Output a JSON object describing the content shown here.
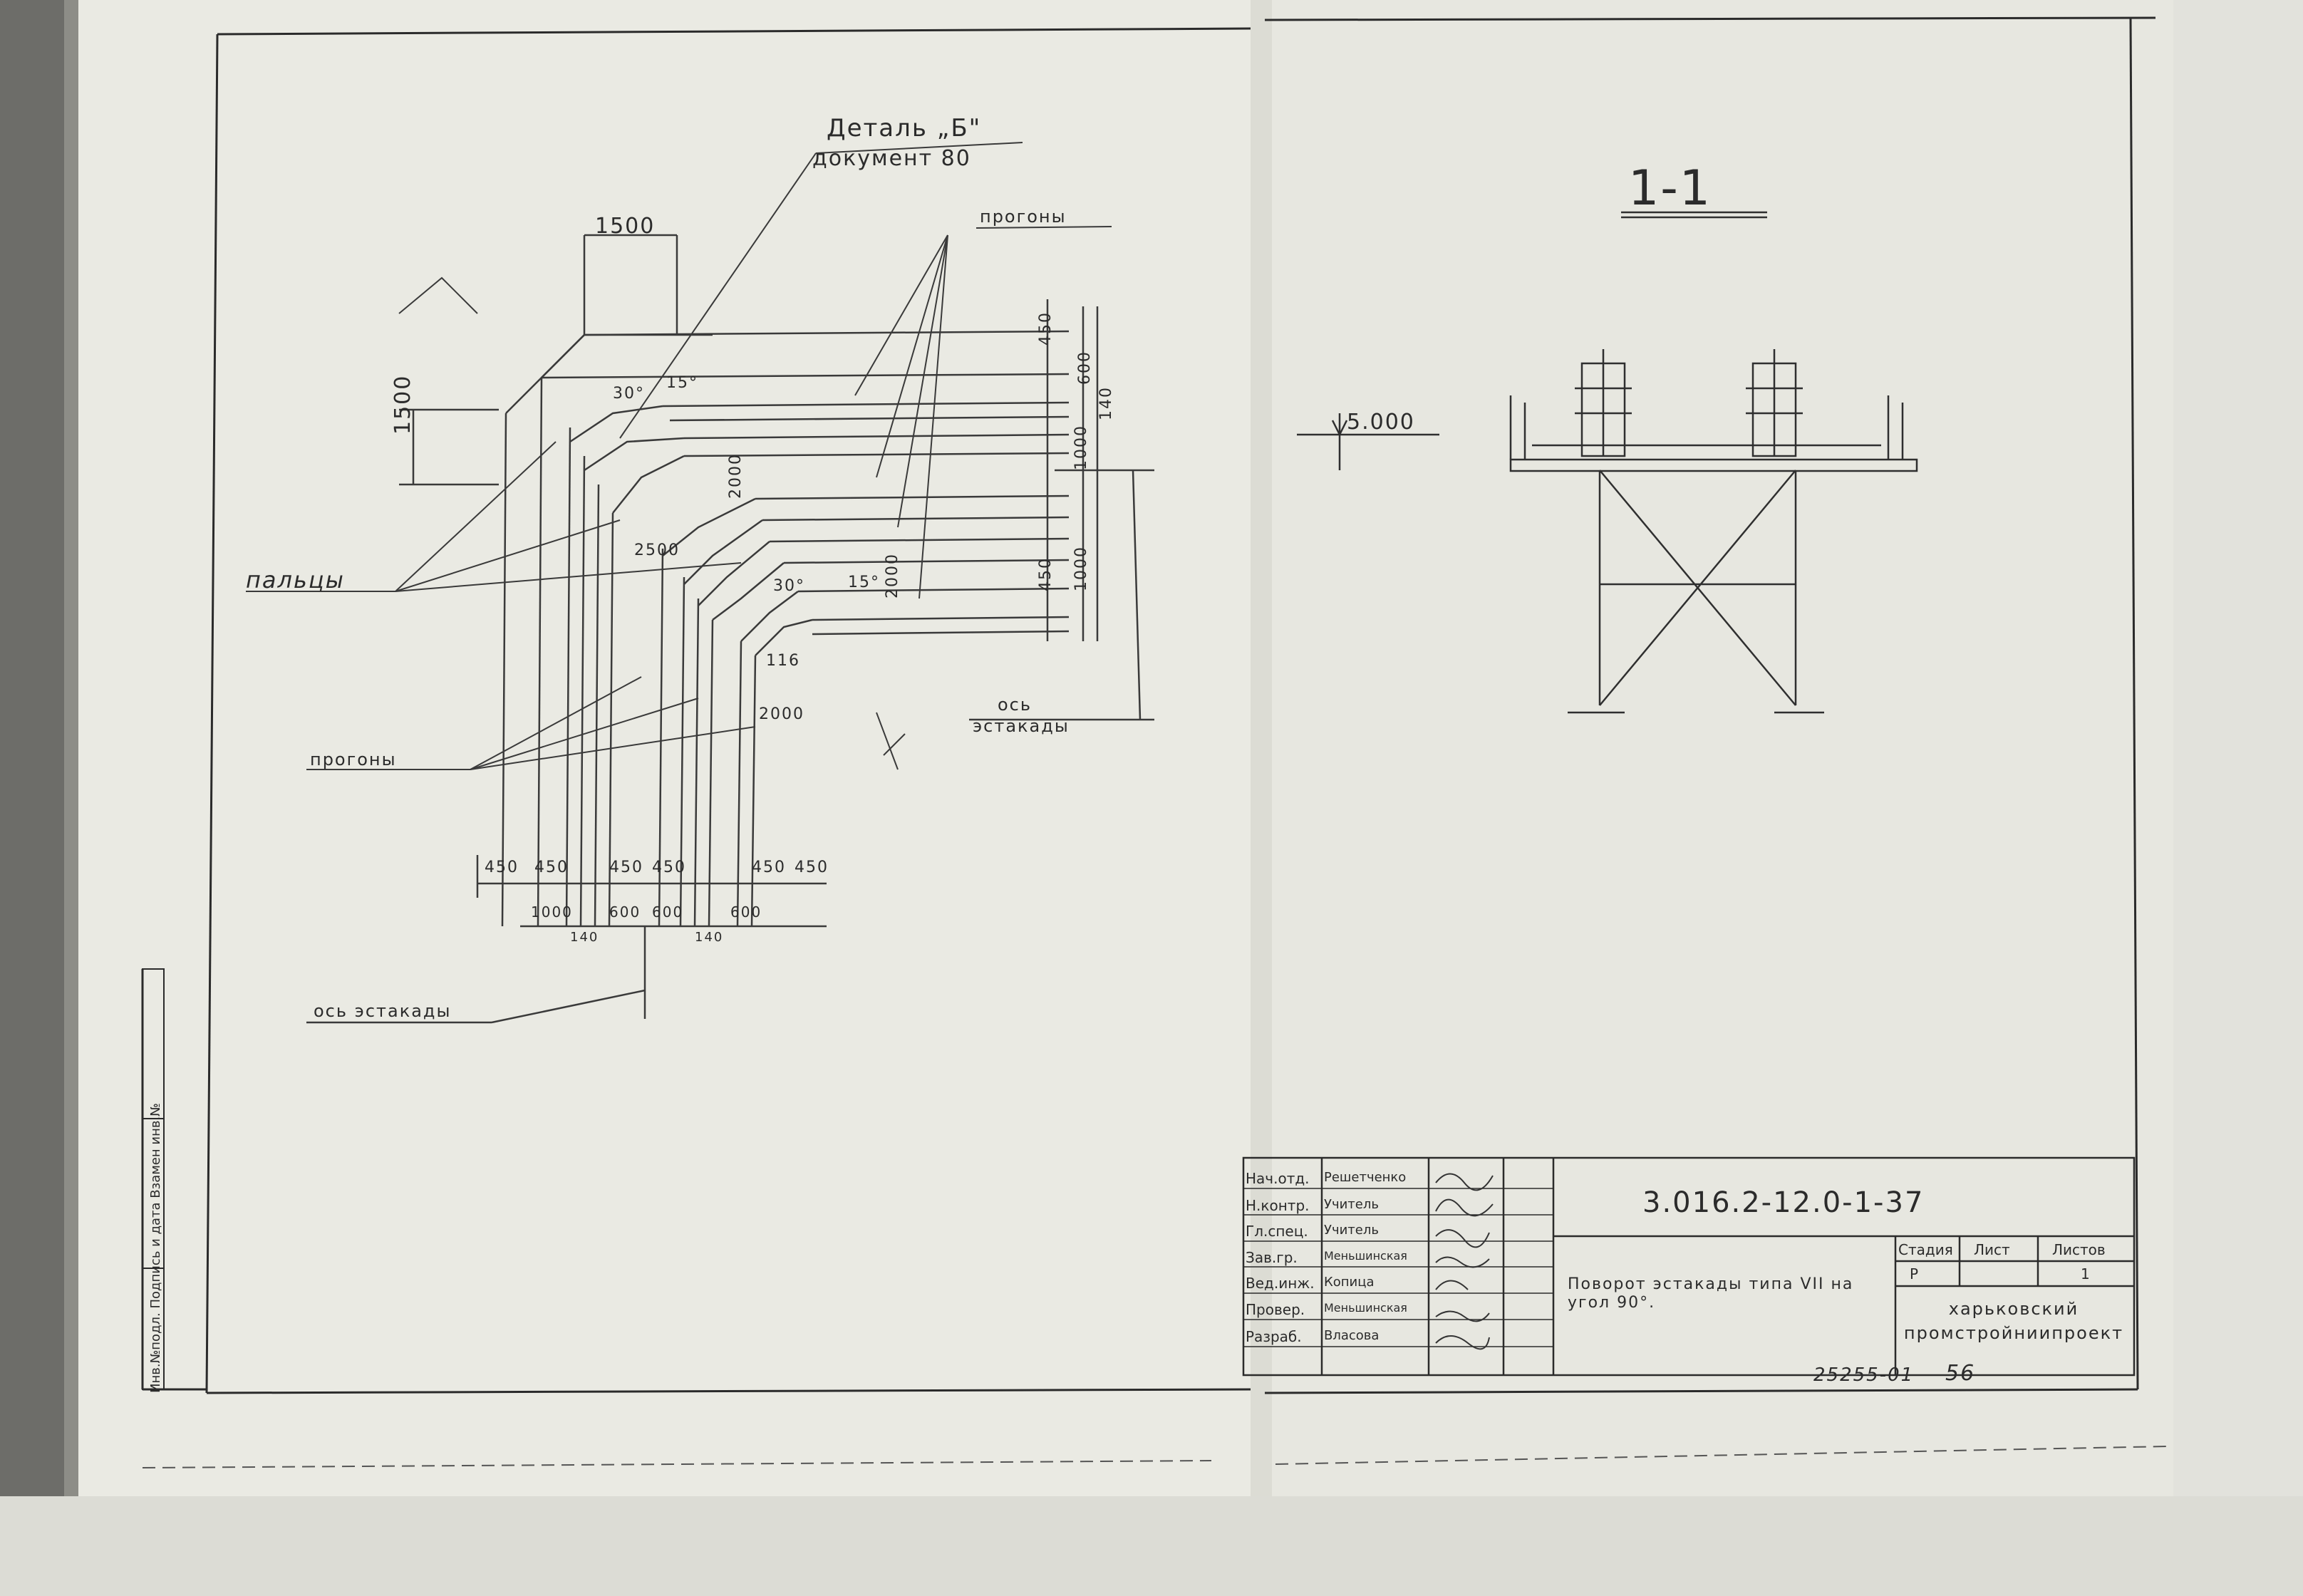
{
  "drawing": {
    "detail_label": "Деталь „Б\"",
    "detail_doc": "документ 80",
    "purlins_label": "прогоны",
    "fingers_label": "пальцы",
    "axis_label_line1": "ось",
    "axis_label_line2": "эстакады",
    "axis_label_bottom": "ось эстакады",
    "section_mark": "1-1",
    "elevation": "5.000",
    "dims": {
      "top_width": "1500",
      "left_height": "1500",
      "angle_15": "15°",
      "angle_30": "30°",
      "d2000": "2000",
      "d2500": "2500",
      "d116": "116",
      "d450": "450",
      "d1000": "1000",
      "d600": "600",
      "d140": "140",
      "d1000b": "1000",
      "d450b": "450",
      "d1000c": "1000",
      "d600b": "600",
      "d140b": "140"
    }
  },
  "title_block": {
    "roles": [
      "Нач.отд.",
      "Н.контр.",
      "Гл.спец.",
      "Зав.гр.",
      "Вед.инж.",
      "Провер.",
      "Разраб."
    ],
    "names": [
      "Решетченко",
      "Учитель",
      "Учитель",
      "Меньшинская",
      "Копица",
      "Меньшинская",
      "Власова"
    ],
    "doc_code": "3.016.2-12.0-1-37",
    "title": "Поворот эстакады типа VII на угол 90°.",
    "stage_header": "Стадия",
    "sheet_header": "Лист",
    "sheets_header": "Листов",
    "stage": "Р",
    "sheets": "1",
    "org": "харьковский промстройниипроект",
    "inv_number": "25255-01",
    "page_number": "56",
    "side_stamp": "Инв.№подл. Подпись и дата Взамен инв.№"
  }
}
